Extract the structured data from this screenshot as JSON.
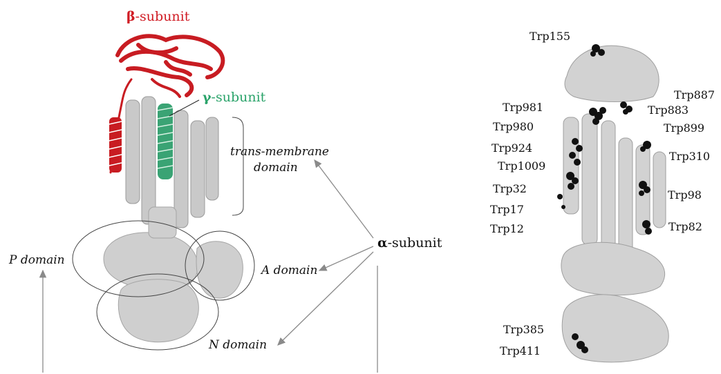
{
  "labels": {
    "beta_symbol": "β",
    "beta_text": "-subunit",
    "gamma_symbol": "γ",
    "gamma_text": "-subunit",
    "alpha_symbol": "α",
    "alpha_text": "-subunit",
    "transmembrane_line1": "trans-membrane",
    "transmembrane_line2": "domain",
    "p_domain": "P domain",
    "a_domain": "A domain",
    "n_domain": "N domain"
  },
  "tryptophans": [
    "Trp155",
    "Trp887",
    "Trp981",
    "Trp883",
    "Trp980",
    "Trp899",
    "Trp924",
    "Trp310",
    "Trp1009",
    "Trp32",
    "Trp98",
    "Trp17",
    "Trp12",
    "Trp82",
    "Trp385",
    "Trp411"
  ],
  "colors": {
    "beta": "#c81c22",
    "gamma": "#3aa374",
    "alpha": "#c9c9c9",
    "trp": "#111111",
    "arrow": "#888888"
  }
}
